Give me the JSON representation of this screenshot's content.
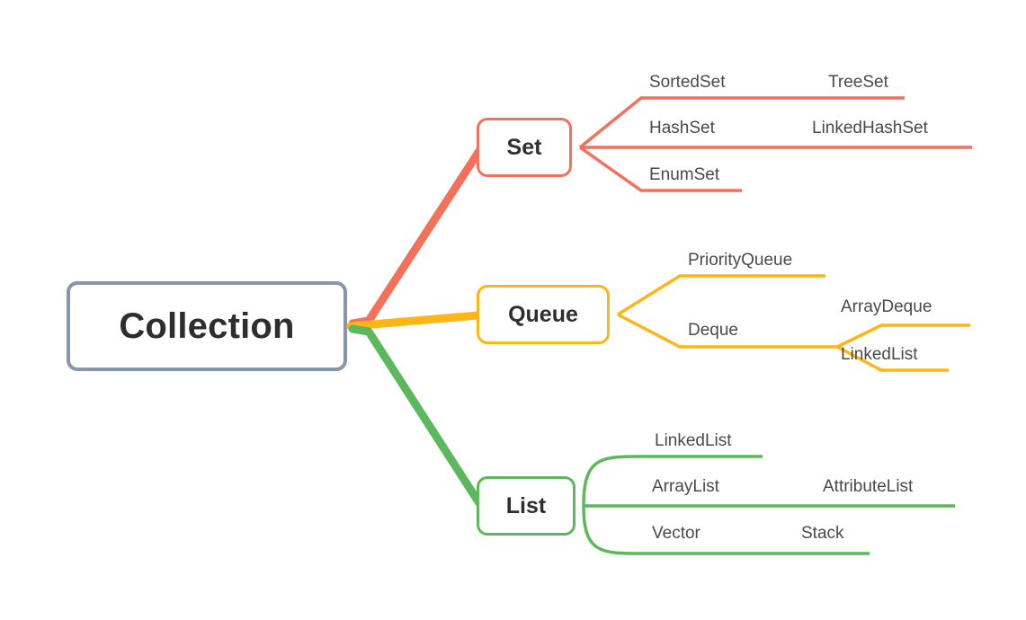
{
  "diagram": {
    "title": "Collection",
    "type": "mind-map",
    "background_color": "#ffffff",
    "root": {
      "label": "Collection",
      "border_color": "#8796ab",
      "text_color": "#2e2e2e"
    },
    "branches": [
      {
        "id": "set",
        "label": "Set",
        "color": "#f3705a",
        "connector_style": "angular",
        "children": [
          {
            "label": "SortedSet",
            "children": [
              {
                "label": "TreeSet"
              }
            ]
          },
          {
            "label": "HashSet",
            "children": [
              {
                "label": "LinkedHashSet"
              }
            ]
          },
          {
            "label": "EnumSet",
            "children": []
          }
        ]
      },
      {
        "id": "queue",
        "label": "Queue",
        "color": "#ffb517",
        "connector_style": "angular",
        "children": [
          {
            "label": "PriorityQueue",
            "children": []
          },
          {
            "label": "Deque",
            "children": [
              {
                "label": "ArrayDeque"
              },
              {
                "label": "LinkedList"
              }
            ]
          }
        ]
      },
      {
        "id": "list",
        "label": "List",
        "color": "#5cb85c",
        "connector_style": "curved",
        "children": [
          {
            "label": "LinkedList",
            "children": []
          },
          {
            "label": "ArrayList",
            "children": [
              {
                "label": "AttributeList"
              }
            ]
          },
          {
            "label": "Vector",
            "children": [
              {
                "label": "Stack"
              }
            ]
          }
        ]
      }
    ],
    "labels": {
      "set_sortedset": "SortedSet",
      "set_treeset": "TreeSet",
      "set_hashset": "HashSet",
      "set_linkedhashset": "LinkedHashSet",
      "set_enumset": "EnumSet",
      "queue_priorityqueue": "PriorityQueue",
      "queue_deque": "Deque",
      "queue_arraydeque": "ArrayDeque",
      "queue_linkedlist": "LinkedList",
      "list_linkedlist": "LinkedList",
      "list_arraylist": "ArrayList",
      "list_attributelist": "AttributeList",
      "list_vector": "Vector",
      "list_stack": "Stack"
    }
  }
}
